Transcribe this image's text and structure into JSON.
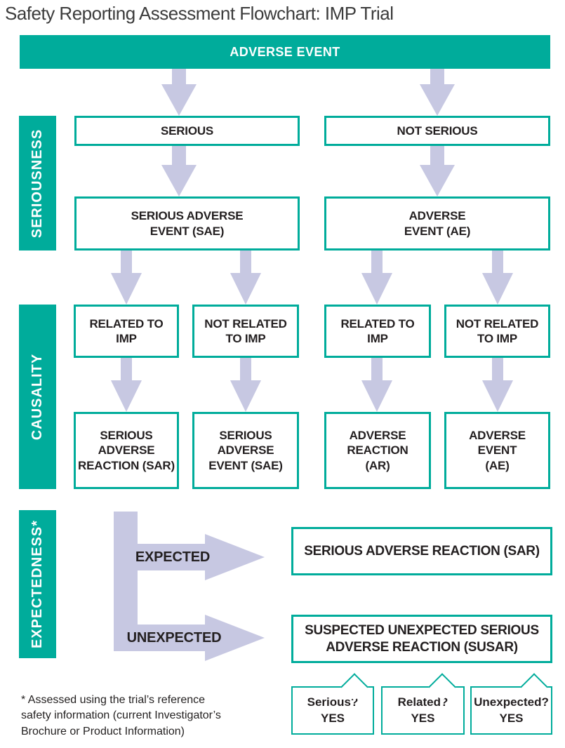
{
  "title": "Safety Reporting Assessment Flowchart: IMP Trial",
  "banner": {
    "label": "ADVERSE EVENT"
  },
  "sections": {
    "seriousness_label": "SERIOUSNESS",
    "causality_label": "CAUSALITY",
    "expectedness_label": "EXPECTEDNESS*"
  },
  "seriousness": {
    "serious_decision": "SERIOUS",
    "not_serious_decision": "NOT SERIOUS",
    "serious_outcome": "SERIOUS ADVERSE\nEVENT (SAE)",
    "not_serious_outcome": "ADVERSE\nEVENT (AE)"
  },
  "causality": {
    "col1_decision": "RELATED TO\nIMP",
    "col2_decision": "NOT RELATED\nTO IMP",
    "col3_decision": "RELATED TO\nIMP",
    "col4_decision": "NOT RELATED\nTO IMP",
    "col1_outcome": "SERIOUS\nADVERSE\nREACTION (SAR)",
    "col2_outcome": "SERIOUS\nADVERSE\nEVENT (SAE)",
    "col3_outcome": "ADVERSE\nREACTION\n(AR)",
    "col4_outcome": "ADVERSE\nEVENT\n(AE)"
  },
  "expectedness": {
    "expected_label": "EXPECTED",
    "unexpected_label": "UNEXPECTED",
    "expected_result": "SERIOUS ADVERSE REACTION (SAR)",
    "unexpected_result": "SUSPECTED UNEXPECTED SERIOUS\nADVERSE REACTION (SUSAR)",
    "criteria": [
      {
        "label": "Serious?\nYES"
      },
      {
        "label": "Related?\nYES"
      },
      {
        "label": "Unexpected?\nYES"
      }
    ]
  },
  "footnote": "* Assessed using the trial’s reference\nsafety information (current Investigator’s\nBrochure or Product Information)",
  "colors": {
    "teal": "#00ac9b",
    "lavender": "#c7c8e2",
    "ink": "#231f20",
    "title_gray": "#3c3c3c"
  }
}
